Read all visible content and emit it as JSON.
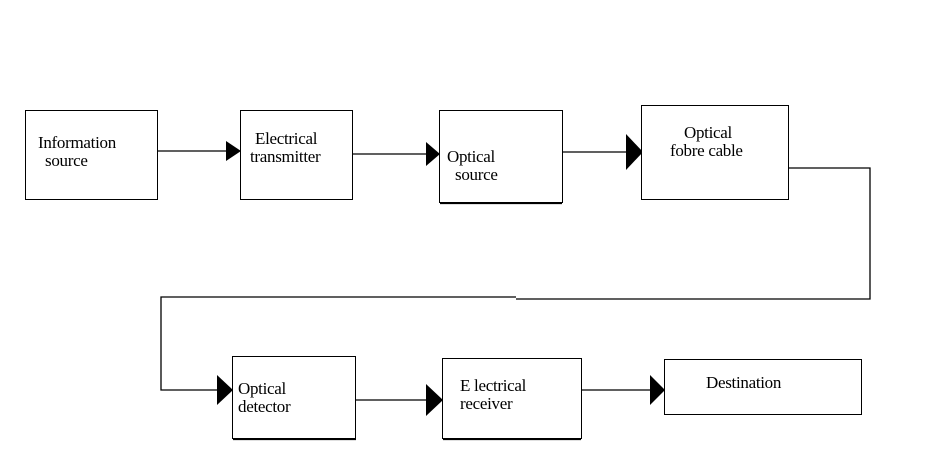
{
  "diagram": {
    "blocks": {
      "information_source": {
        "line1": "Information",
        "line2": "source"
      },
      "electrical_transmitter": {
        "line1": "Electrical",
        "line2": "transmitter"
      },
      "optical_source": {
        "line1": "Optical",
        "line2": "source"
      },
      "optical_fibre_cable": {
        "line1": "Optical",
        "line2": "fobre cable"
      },
      "optical_detector": {
        "line1": "Optical",
        "line2": "detector"
      },
      "electrical_receiver": {
        "line1": "E lectrical",
        "line2": "receiver"
      },
      "destination": {
        "line1": "Destination"
      }
    }
  }
}
